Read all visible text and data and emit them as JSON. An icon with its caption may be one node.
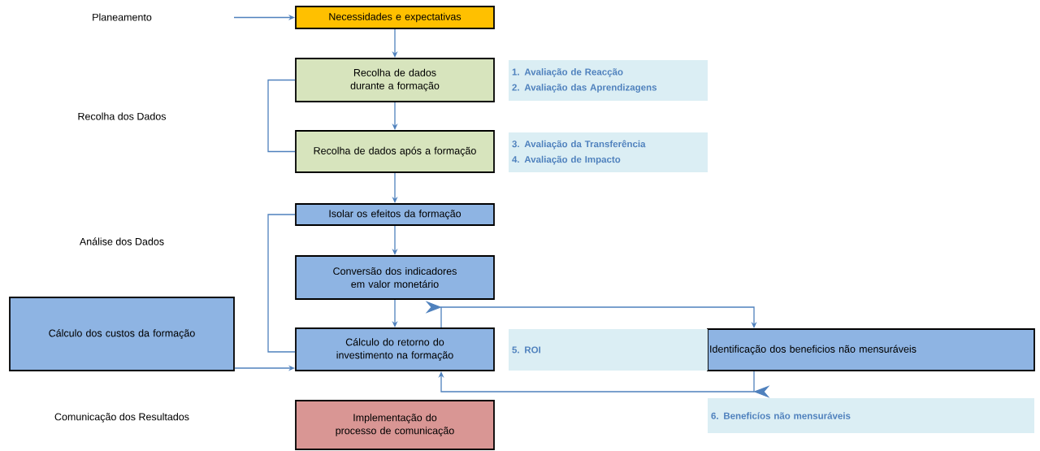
{
  "diagram": {
    "nodes": [
      {
        "text": [
          "Necessidades e expectativas"
        ]
      },
      {
        "text": [
          "Recolha de dados durante a formação"
        ]
      },
      {
        "text": [
          "Recolha de dados após a formação"
        ]
      },
      {
        "text": [
          "Isolar os efeitos da formação"
        ]
      },
      {
        "text": [
          "Conversão dos indicadores em valor monetário"
        ]
      },
      {
        "text": [
          "Cálculo do retorno do investimento na formação"
        ]
      },
      {
        "text": [
          "Implementação do processo de comunicação"
        ]
      },
      {
        "text": [
          "Cálculo dos custos da formação"
        ]
      },
      {
        "text": [
          "Identificação dos beneficios não mensuráveis"
        ]
      },
      {
        "text": [
          "1. Avaliação de Reacção",
          "2. Avaliação das Aprendizagens"
        ]
      },
      {
        "text": [
          "3. Avaliação da Transferência",
          "4. Avaliação de Impacto"
        ]
      },
      {
        "text": [
          "5. ROI"
        ]
      },
      {
        "text": [
          "6. Beneficíos não mensuráveis"
        ]
      }
    ],
    "edges": [
      {
        "from": null,
        "to": 0,
        "arrow": "to"
      },
      {
        "from": 0,
        "to": 1,
        "arrow": "to"
      },
      {
        "from": 1,
        "to": 2,
        "arrow": "to"
      },
      {
        "from": 2,
        "to": 3,
        "arrow": "to"
      },
      {
        "from": 3,
        "to": 4,
        "arrow": "to"
      },
      {
        "from": 4,
        "to": 5,
        "arrow": "to"
      },
      {
        "from": 1,
        "to": 2,
        "arrow": "none"
      },
      {
        "from": 3,
        "to": 5,
        "arrow": "none"
      },
      {
        "from": 7,
        "to": 5,
        "arrow": "to"
      },
      {
        "from": 5,
        "to": 8,
        "arrow": "to"
      },
      {
        "from": 8,
        "to": 5,
        "arrow": "to"
      }
    ],
    "labels": [
      "Planeamento",
      "Recolha dos Dados",
      "Análise dos Dados",
      "Comunicação dos Resultados"
    ]
  }
}
